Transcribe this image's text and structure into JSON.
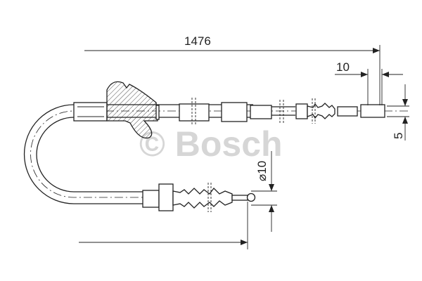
{
  "dimensions": {
    "overall_length": "1476",
    "end_fitting_length": "10",
    "end_fitting_height": "5",
    "diameter": "⌀10"
  },
  "watermark": "© Bosch"
}
